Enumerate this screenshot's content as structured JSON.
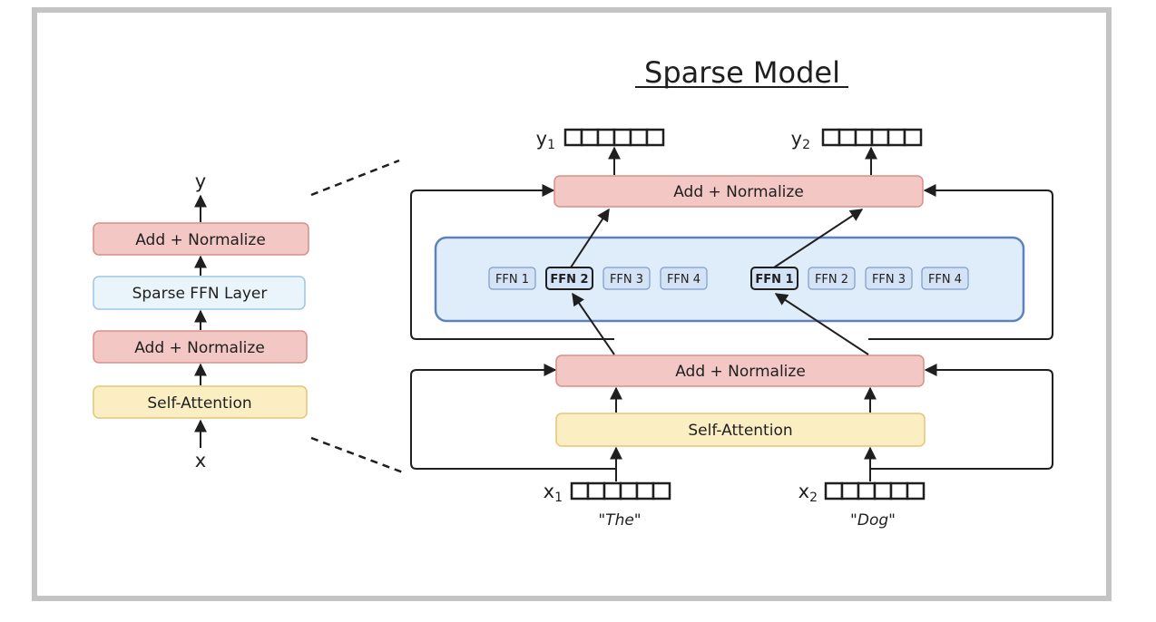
{
  "title": "Sparse Model",
  "dense_stack": {
    "input": "x",
    "output": "y",
    "blocks": [
      "Add + Normalize",
      "Sparse FFN Layer",
      "Add + Normalize",
      "Self-Attention"
    ]
  },
  "expanded": {
    "upper_norm": "Add + Normalize",
    "lower_norm": "Add + Normalize",
    "self_attention": "Self-Attention",
    "experts_left": [
      "FFN 1",
      "FFN 2",
      "FFN 3",
      "FFN 4"
    ],
    "experts_right": [
      "FFN 1",
      "FFN 2",
      "FFN 3",
      "FFN 4"
    ],
    "selected_left": "FFN 2",
    "selected_right": "FFN 1",
    "tokens": [
      {
        "input": "x",
        "input_sub": "1",
        "word": "\"The\"",
        "output": "y",
        "output_sub": "1"
      },
      {
        "input": "x",
        "input_sub": "2",
        "word": "\"Dog\"",
        "output": "y",
        "output_sub": "2"
      }
    ]
  },
  "colors": {
    "frame": "#c4c4c4",
    "norm_fill": "#f2c7c4",
    "norm_stroke": "#d88f8a",
    "ffn_layer_fill": "#eaf4fb",
    "ffn_layer_stroke": "#9cc6e6",
    "attn_fill": "#fbeec3",
    "attn_stroke": "#e2c77a",
    "expert_panel_fill": "#deedf9",
    "expert_panel_stroke": "#5d82bd",
    "expert_fill": "#d3e2f4",
    "expert_stroke": "#7e9bc7",
    "line": "#1f1f1f"
  }
}
